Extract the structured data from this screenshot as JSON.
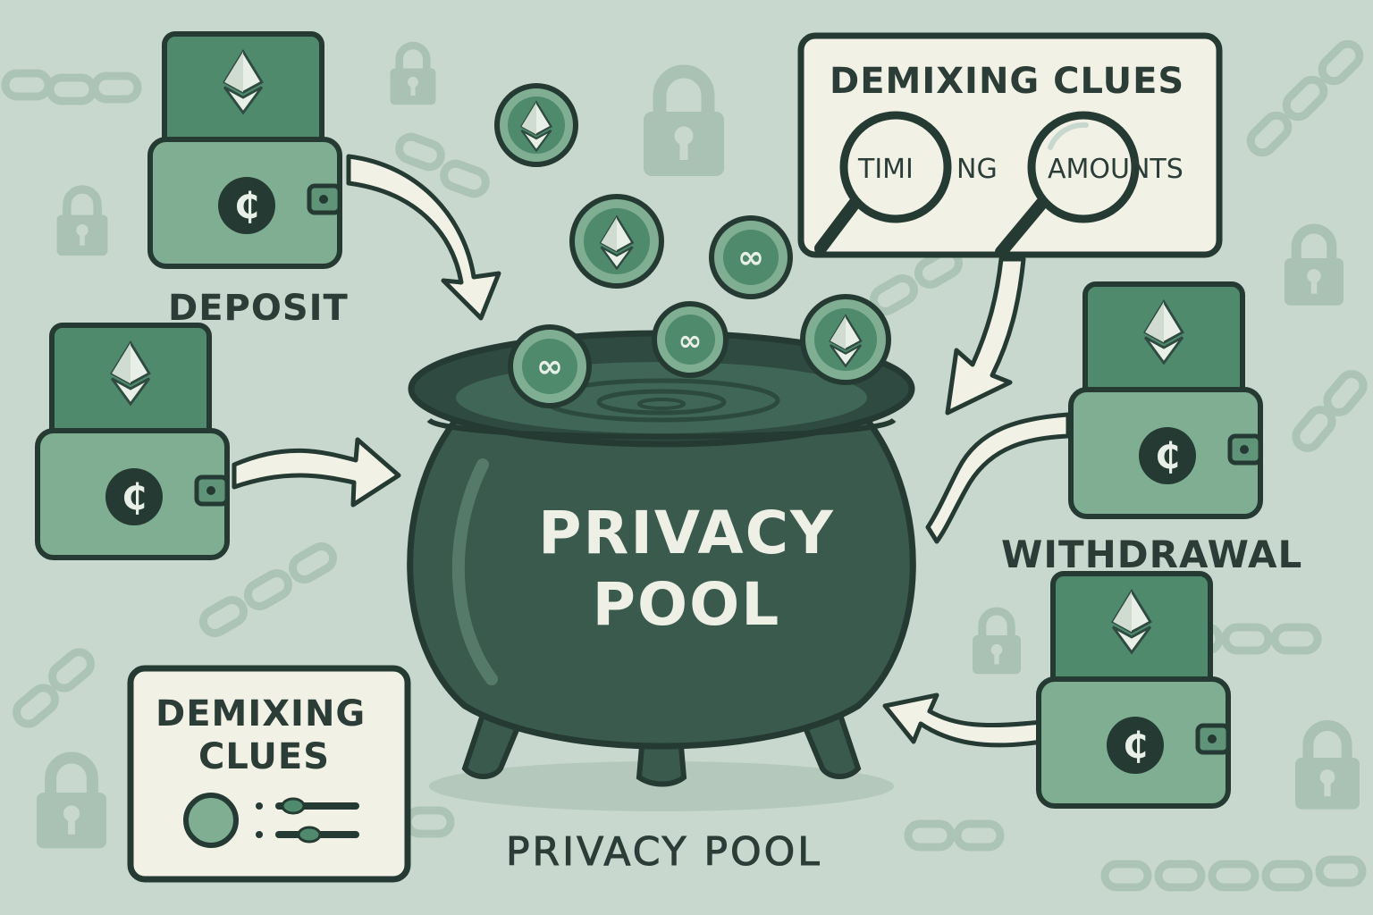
{
  "labels": {
    "deposit": "DEPOSIT",
    "withdrawal": "WITHDRAWAL",
    "pot_title_line1": "PRIVACY",
    "pot_title_line2": "POOL",
    "bottom_caption": "PRIVACY POOL",
    "clues_top_title": "DEMIXING CLUES",
    "clue_timing_part1": "TIMI",
    "clue_timing_part2": "NG",
    "clue_amounts": "AMOUNTS",
    "clues_bottom_line1": "DEMIXING",
    "clues_bottom_line2": "CLUES"
  },
  "colors": {
    "background": "#c9d8cf",
    "wallet_green": "#7fae92",
    "card_green": "#4f8a6c",
    "pot_dark": "#3a5a4d",
    "outline": "#243a32",
    "panel_cream": "#f1f1e6",
    "text_dark": "#2b3d36"
  },
  "icons": [
    "ethereum-icon",
    "wallet-icon",
    "coin-icon",
    "chain-link-icon",
    "lock-icon",
    "magnifier-icon",
    "arrow-icon"
  ]
}
